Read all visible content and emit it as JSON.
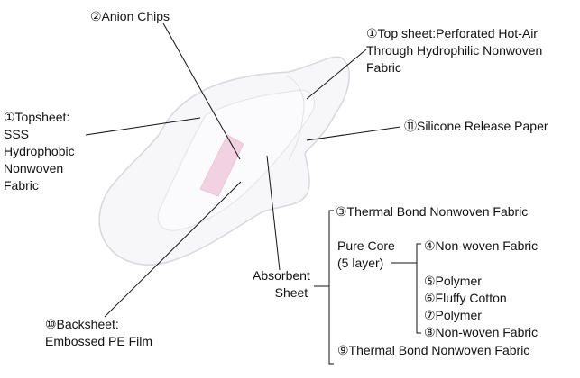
{
  "colors": {
    "pad_fill": "#f7f6f8",
    "pad_edge": "#d9d7dc",
    "absorbent_strip": "#f2d2e2",
    "line": "#111111",
    "background": "#ffffff"
  },
  "labels": {
    "anion_chips": "②Anion Chips",
    "top_sheet_perforated": [
      "①Top sheet:Perforated Hot-Air",
      "Through Hydrophilic Nonwoven",
      "Fabric"
    ],
    "topsheet_sss": [
      "①Topsheet:",
      "SSS",
      "Hydrophobic",
      "Nonwoven",
      "Fabric"
    ],
    "silicone_release_paper": "⑪Silicone Release Paper",
    "thermal_bond_top": "③Thermal Bond Nonwoven Fabric",
    "pure_core": [
      "Pure Core",
      "(5 layer)"
    ],
    "core_layers": [
      "④Non-woven Fabric",
      "⑤Polymer",
      "⑥Fluffy Cotton",
      "⑦Polymer",
      "⑧Non-woven Fabric"
    ],
    "absorbent_sheet": [
      "Absorbent",
      "Sheet"
    ],
    "backsheet": [
      "⑩Backsheet:",
      "Embossed PE Film"
    ],
    "thermal_bond_bottom": "⑨Thermal Bond Nonwoven Fabric"
  }
}
